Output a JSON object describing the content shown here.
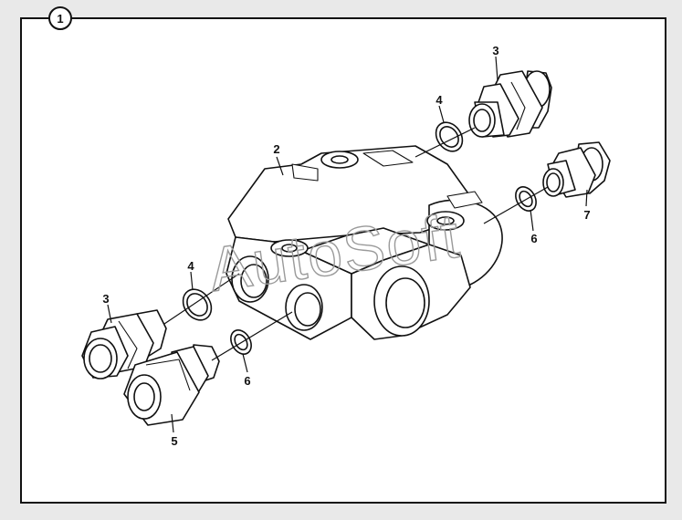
{
  "figure": {
    "number": "1",
    "watermark": "AutoSoft"
  },
  "callouts": {
    "block": "2",
    "fitting_top": "3",
    "fitting_left": "3",
    "oring_top": "4",
    "oring_left": "4",
    "nut_fitting": "5",
    "oring_small_right": "6",
    "oring_small_left": "6",
    "fitting_right": "7"
  }
}
